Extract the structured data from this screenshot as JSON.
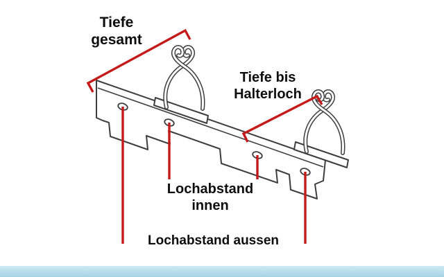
{
  "figure": {
    "labels": {
      "tiefe_gesamt": {
        "line1": "Tiefe",
        "line2": "gesamt"
      },
      "tiefe_bis_halterloch": {
        "line1": "Tiefe bis",
        "line2": "Halterloch"
      },
      "lochabstand_innen": {
        "line1": "Lochabstand",
        "line2": "innen"
      },
      "lochabstand_aussen": {
        "line1": "Lochabstand aussen"
      }
    },
    "colors": {
      "dimension_lines": "#c41a1a",
      "drawing_outline": "#3d3d3d",
      "footer_bar_top": "#cde9f3",
      "footer_bar_bottom": "#a6d3e4"
    }
  }
}
